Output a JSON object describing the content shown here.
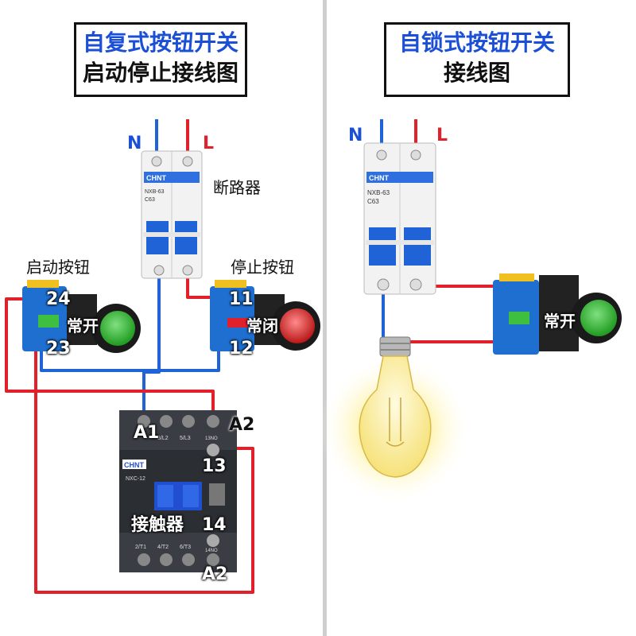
{
  "left_panel": {
    "title_line1": "自复式按钮开关",
    "title_line2": "启动停止接线图",
    "n_label": "N",
    "l_label": "L",
    "breaker_label": "断路器",
    "start_button_label": "启动按钮",
    "stop_button_label": "停止按钮",
    "contactor_label": "接触器",
    "start_terminal_top": "24",
    "start_terminal_bottom": "23",
    "start_contact_type": "常开",
    "stop_terminal_top": "11",
    "stop_terminal_bottom": "12",
    "stop_contact_type": "常闭",
    "coil_a1": "A1",
    "coil_a2_top": "A2",
    "coil_a2_bottom": "A2",
    "aux_13": "13",
    "aux_14": "14",
    "breaker_brand": "CHNT",
    "breaker_model": "NXB-63",
    "breaker_rating": "C63",
    "contactor_brand": "CHNT",
    "contactor_model": "NXC-12",
    "contactor_top_terms": [
      "3/L2",
      "5/L3",
      "13NO"
    ],
    "contactor_bottom_terms": [
      "2/T1",
      "4/T2",
      "6/T3",
      "14NO"
    ]
  },
  "right_panel": {
    "title_line1": "自锁式按钮开关",
    "title_line2": "接线图",
    "n_label": "N",
    "l_label": "L",
    "button_contact_type": "常开",
    "breaker_brand": "CHNT",
    "breaker_model": "NXB-63",
    "breaker_rating": "C63"
  },
  "colors": {
    "wire_blue": "#1f63d6",
    "wire_red": "#e0202a",
    "button_green": "#2fb82f",
    "button_red": "#d8232a",
    "button_body": "#1f6fd0",
    "contactor_body": "#2b2e33",
    "bulb_glow": "#fff3a0"
  }
}
